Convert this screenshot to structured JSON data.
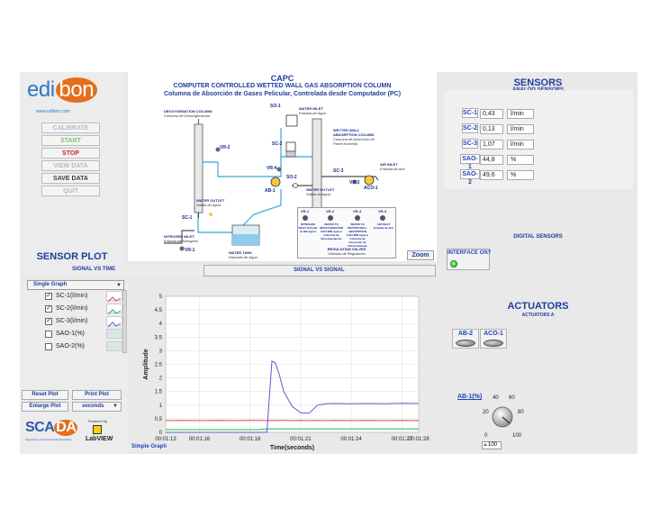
{
  "app": {
    "brand": {
      "logo_a": "edi",
      "logo_b": "bon",
      "url": "www.edibon.com"
    },
    "controls": [
      {
        "label": "CALIBRATE",
        "state": "dim"
      },
      {
        "label": "START",
        "state": "green"
      },
      {
        "label": "STOP",
        "state": "red"
      },
      {
        "label": "VIEW DATA",
        "state": "dim"
      },
      {
        "label": "SAVE DATA",
        "state": "dark"
      },
      {
        "label": "QUIT",
        "state": "dim"
      }
    ]
  },
  "diagram": {
    "code": "CAPC",
    "title": "COMPUTER CONTROLLED WETTED WALL GAS ABSORPTION COLUMN",
    "subtitle": "Columna de Absorción de Gases Pelicular, Controlada desde Computador (PC)",
    "labels": {
      "deox": "DEOXYGENATION COLUMN",
      "deox_es": "Columna de Desoxigenación",
      "so1": "SO",
      "water_inlet": "WATER INLET",
      "water_inlet_es": "Entrada de Agua",
      "wetted": "WETTED WALL ABSORPTION COLUMN",
      "wetted_es": "Columna de Absorción de Pared Humeda",
      "vr2": "VR-2",
      "sc2": "SC-2",
      "vr4": "VR-4",
      "so2": "SO",
      "sc3": "SC-3",
      "air_inlet": "AIR INLET",
      "air_inlet_es": "Entrada de Aire",
      "vr3": "VR-3",
      "aco1": "ACO-1",
      "ab1": "AB-1",
      "water_outlet1": "WATER OUTLET",
      "water_outlet1_es": "Salida de Agua",
      "water_outlet2": "WATER OUTLET",
      "water_outlet2_es": "Salida de Agua",
      "sc1": "SC-1",
      "nitrogen": "NITROGEN INLET",
      "nitrogen_es": "Entrada de Nitrogeno",
      "vr1": "VR-1",
      "tank": "WATER TANK",
      "tank_es": "Depósito de Agua"
    },
    "valves": {
      "names": [
        "VR-1",
        "VR-2",
        "VR-4",
        "VR-3"
      ],
      "desc": [
        "NITROGEN INLET Entrada de Nitrógeno",
        "WATER TO DEOXYGENATION COLUMN Agua a Columna de Desoxigenación",
        "WATER TO WETTED WALL ABSORPTION COLUMN Agua a Columna de Absorción de Pared Humeda",
        "AIR INLET Entrada de Aire"
      ],
      "footer": "REGULATION VALVES",
      "footer_es": "Válvulas de Regulación"
    },
    "zoom_label": "Zoom"
  },
  "sensors": {
    "title": "SENSORS",
    "analog_title": "ANALOG SENSORS",
    "rows": [
      {
        "id": "SC-1",
        "value": "0,43",
        "unit": "l/min"
      },
      {
        "id": "SC-2",
        "value": "0,13",
        "unit": "l/min"
      },
      {
        "id": "SC-3",
        "value": "1,07",
        "unit": "l/min"
      },
      {
        "id": "SAO-1",
        "value": "44,8",
        "unit": "%"
      },
      {
        "id": "SAO-2",
        "value": "49,6",
        "unit": "%"
      }
    ],
    "digital_title": "DIGITAL SENSORS",
    "interface_label": "INTERFACE ON?"
  },
  "actuators": {
    "title": "ACTUATORS",
    "sub": "ACTUATORS A",
    "ab2": "AB-2",
    "aco1": "ACO-1",
    "knob_label": "AB-1(%)",
    "knob_value": "100",
    "knob_ticks": [
      "0",
      "20",
      "40",
      "60",
      "80",
      "100"
    ]
  },
  "plot": {
    "title": "SENSOR PLOT",
    "tab_time": "SIGNAL VS TIME",
    "tab_signal": "SIGNAL VS SIGNAL",
    "mode": "Single Graph",
    "legend": [
      {
        "label": "SC-1(l/min)",
        "checked": true,
        "color": "#d84a4a"
      },
      {
        "label": "SC-2(l/min)",
        "checked": true,
        "color": "#2bb04a"
      },
      {
        "label": "SC-3(l/min)",
        "checked": true,
        "color": "#5a5ad8"
      },
      {
        "label": "SAO-1(%)",
        "checked": false,
        "color": "#d9e6e6"
      },
      {
        "label": "SAO-2(%)",
        "checked": false,
        "color": "#d9e6e6"
      }
    ],
    "reset_btn": "Reset Plot",
    "print_btn": "Print Plot",
    "enlarge_btn": "Enlarge Plot",
    "unit_select": "seconds",
    "footer_label": "Simple Graph",
    "scada": {
      "sc": "SCA",
      "da": "DA",
      "tag": "Supervisory Control & Data Acquisition"
    },
    "labview": {
      "powered": "Powered by",
      "name": "LabVIEW"
    }
  },
  "chart_data": {
    "type": "line",
    "xlabel": "Time(seconds)",
    "ylabel": "Amplitude",
    "ylim": [
      0,
      5
    ],
    "yticks": [
      "0",
      "0.5",
      "1",
      "1.5",
      "2",
      "2.5",
      "3",
      "3.5",
      "4",
      "4.5",
      "5"
    ],
    "xticks": [
      "00:01:13",
      "00:01:16",
      "00:01:18",
      "00:01:21",
      "00:01:24",
      "00:01:27",
      "00:01:28"
    ],
    "xticks_pos": [
      0,
      0.4,
      1.0,
      1.6,
      2.2,
      2.8,
      3.0
    ],
    "grid": true,
    "x": [
      0,
      0.2,
      0.4,
      0.6,
      0.8,
      1.0,
      1.1,
      1.2,
      1.26,
      1.3,
      1.35,
      1.4,
      1.5,
      1.6,
      1.7,
      1.8,
      1.9,
      2.0,
      2.2,
      2.4,
      2.6,
      2.8,
      3.0
    ],
    "series": [
      {
        "name": "SC-1(l/min)",
        "color": "#d84a4a",
        "values": [
          0.43,
          0.44,
          0.43,
          0.44,
          0.43,
          0.44,
          0.44,
          0.43,
          0.44,
          0.43,
          0.44,
          0.44,
          0.43,
          0.44,
          0.43,
          0.44,
          0.43,
          0.44,
          0.43,
          0.44,
          0.43,
          0.44,
          0.43
        ]
      },
      {
        "name": "SC-2(l/min)",
        "color": "#2bb04a",
        "values": [
          0.1,
          0.1,
          0.1,
          0.1,
          0.1,
          0.1,
          0.1,
          0.13,
          0.13,
          0.13,
          0.13,
          0.13,
          0.13,
          0.13,
          0.13,
          0.13,
          0.13,
          0.13,
          0.13,
          0.13,
          0.13,
          0.13,
          0.13
        ]
      },
      {
        "name": "SC-3(l/min)",
        "color": "#5a5ad8",
        "values": [
          0.0,
          0.0,
          0.0,
          0.0,
          0.0,
          0.0,
          0.0,
          0.0,
          2.62,
          2.55,
          2.1,
          1.5,
          0.95,
          0.72,
          0.7,
          1.0,
          1.05,
          1.06,
          1.05,
          1.06,
          1.05,
          1.07,
          1.06
        ]
      }
    ]
  }
}
